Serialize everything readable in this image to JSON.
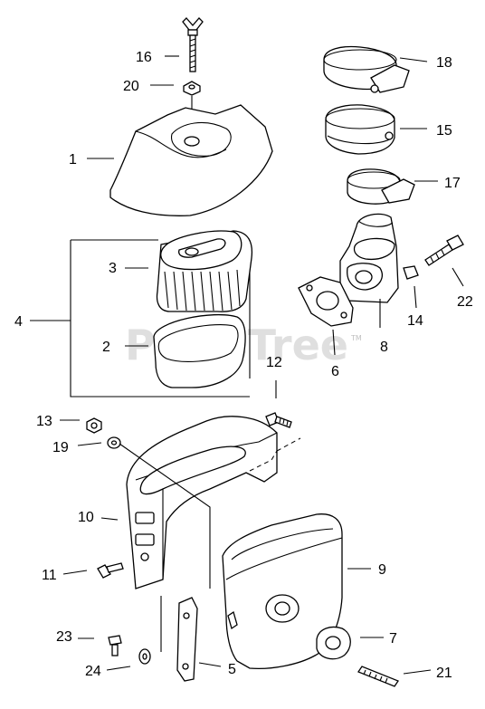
{
  "watermark": {
    "brand": "PartsTree",
    "trademark": "TM"
  },
  "callouts": [
    {
      "id": "16",
      "label": "16"
    },
    {
      "id": "20",
      "label": "20"
    },
    {
      "id": "1",
      "label": "1"
    },
    {
      "id": "3",
      "label": "3"
    },
    {
      "id": "4",
      "label": "4"
    },
    {
      "id": "2",
      "label": "2"
    },
    {
      "id": "18",
      "label": "18"
    },
    {
      "id": "15",
      "label": "15"
    },
    {
      "id": "17",
      "label": "17"
    },
    {
      "id": "22",
      "label": "22"
    },
    {
      "id": "14",
      "label": "14"
    },
    {
      "id": "8",
      "label": "8"
    },
    {
      "id": "6",
      "label": "6"
    },
    {
      "id": "12",
      "label": "12"
    },
    {
      "id": "13",
      "label": "13"
    },
    {
      "id": "19",
      "label": "19"
    },
    {
      "id": "10",
      "label": "10"
    },
    {
      "id": "11",
      "label": "11"
    },
    {
      "id": "9",
      "label": "9"
    },
    {
      "id": "23",
      "label": "23"
    },
    {
      "id": "7",
      "label": "7"
    },
    {
      "id": "24",
      "label": "24"
    },
    {
      "id": "5",
      "label": "5"
    },
    {
      "id": "21",
      "label": "21"
    }
  ]
}
